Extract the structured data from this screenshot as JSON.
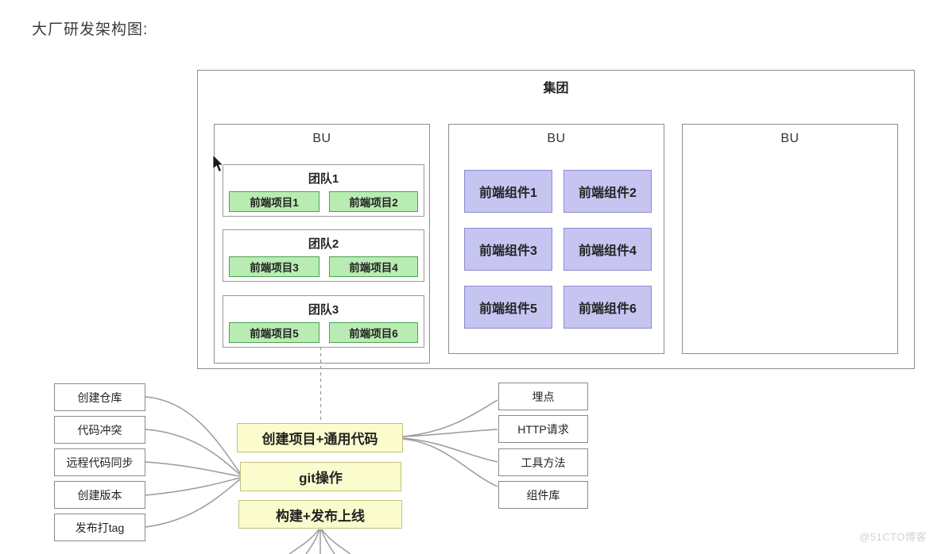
{
  "page": {
    "title": "大厂研发架构图:",
    "watermark": "@51CTO博客"
  },
  "group": {
    "label": "集团",
    "bu1": {
      "label": "BU",
      "teams": [
        {
          "label": "团队1",
          "projects": [
            "前端项目1",
            "前端项目2"
          ]
        },
        {
          "label": "团队2",
          "projects": [
            "前端项目3",
            "前端项目4"
          ]
        },
        {
          "label": "团队3",
          "projects": [
            "前端项目5",
            "前端项目6"
          ]
        }
      ]
    },
    "bu2": {
      "label": "BU",
      "components": [
        "前端组件1",
        "前端组件2",
        "前端组件3",
        "前端组件4",
        "前端组件5",
        "前端组件6"
      ]
    },
    "bu3": {
      "label": "BU"
    }
  },
  "left_items": [
    "创建仓库",
    "代码冲突",
    "远程代码同步",
    "创建版本",
    "发布打tag"
  ],
  "center_items": [
    "创建项目+通用代码",
    "git操作",
    "构建+发布上线"
  ],
  "right_items": [
    "埋点",
    "HTTP请求",
    "工具方法",
    "组件库"
  ],
  "colors": {
    "green-fill": "#b9ecb2",
    "green-border": "#4aa34e",
    "purple-fill": "#c6c4f1",
    "purple-border": "#8e8bd1",
    "yellow-fill": "#fbfccd",
    "yellow-border": "#c2c17b",
    "box-border": "#8a8a8a",
    "line": "#9a9a9a"
  }
}
